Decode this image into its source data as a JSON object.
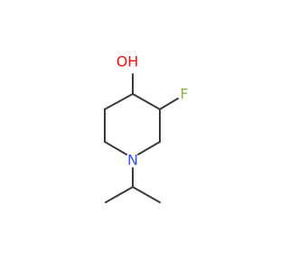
{
  "molecule": {
    "atoms": {
      "oxygen": {
        "label": "OH",
        "color": "#ff0d0d"
      },
      "fluorine": {
        "label": "F",
        "color": "#8fb24a"
      },
      "nitrogen": {
        "label": "N",
        "color": "#3050f8"
      }
    },
    "bond_color": "#3a3a3a"
  }
}
